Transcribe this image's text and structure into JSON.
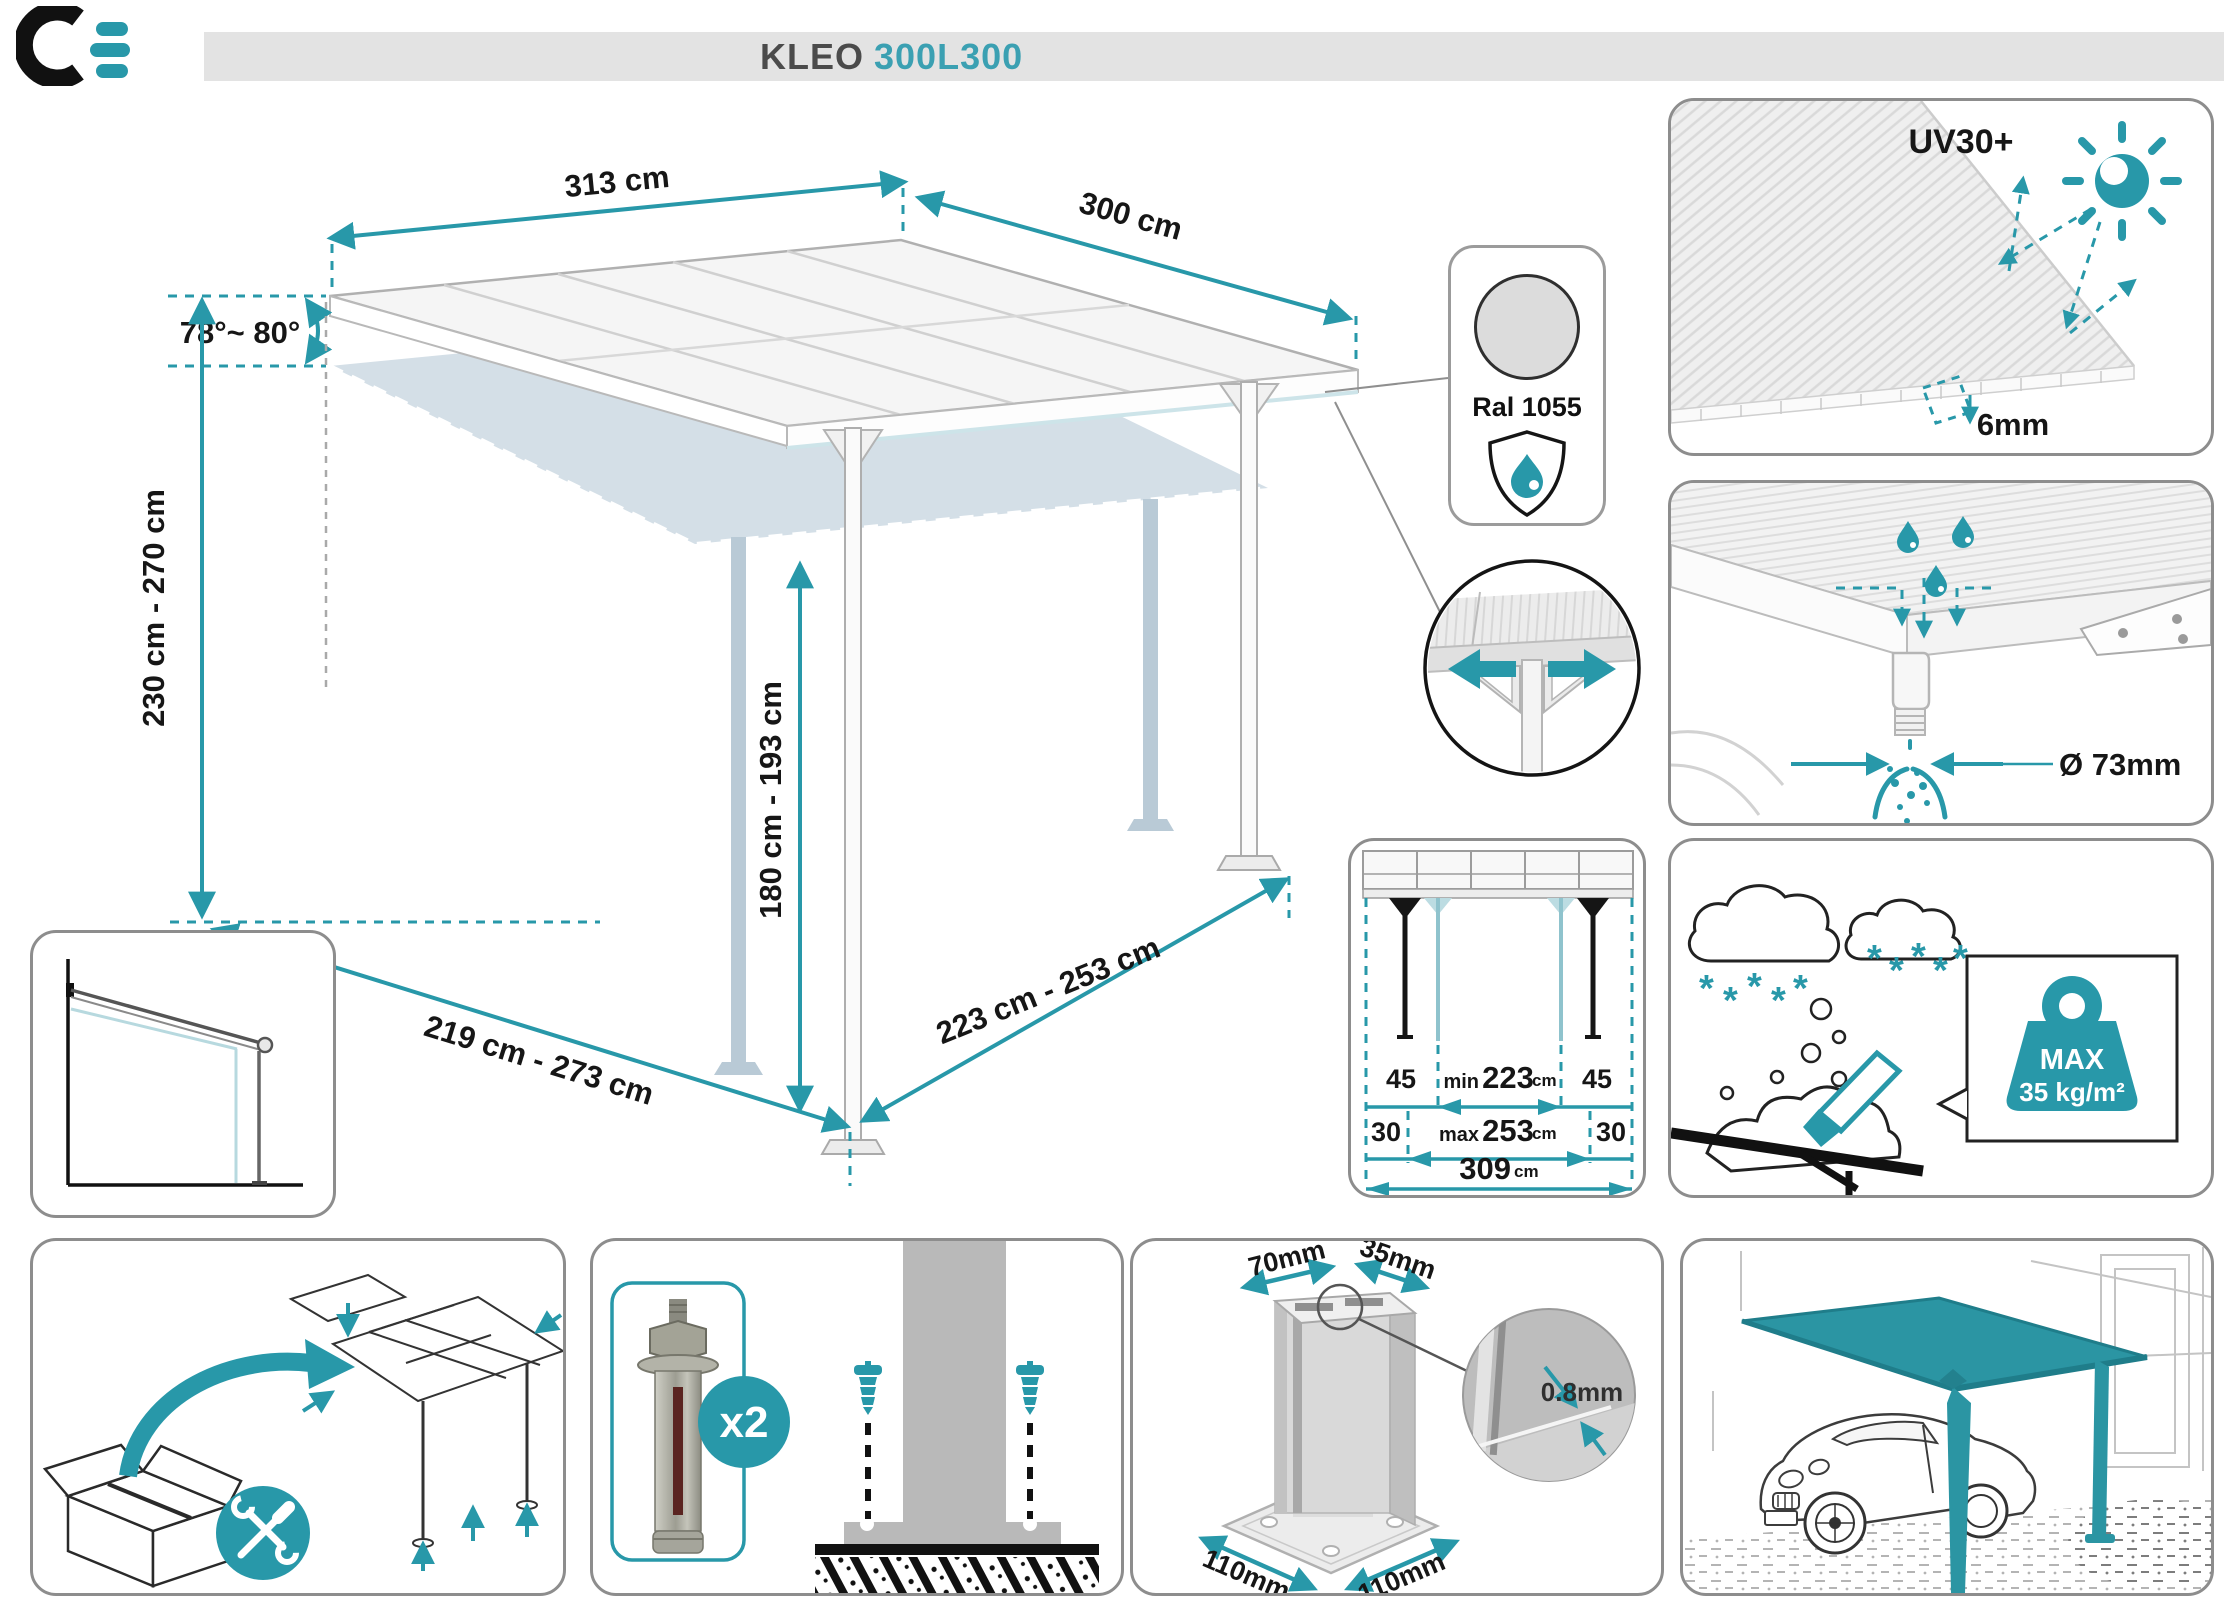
{
  "colors": {
    "accent_teal": "#2898a9",
    "title_teal": "#3ba0b2",
    "banner_gray": "#e3e3e3",
    "ral_swatch_gray": "#dcdcdc",
    "ghost_blue": "#c9d8e2"
  },
  "header": {
    "model": "KLEO",
    "variant": "300L300"
  },
  "main_diagram": {
    "width": "313 cm",
    "depth": "300 cm",
    "angle": "78°~ 80°",
    "wall_height": "230 cm - 270 cm",
    "post_height": "180 cm - 193 cm",
    "ground_depth": "219 cm - 273 cm",
    "post_span": "223 cm - 253 cm"
  },
  "finish": {
    "ral": "Ral 1055"
  },
  "uv_panel": {
    "rating": "UV30+",
    "panel_thickness": "6mm"
  },
  "drainage_panel": {
    "spout_diameter": "Ø 73mm"
  },
  "spacing_panel": {
    "offset_top_left": "45",
    "offset_top_right": "45",
    "min_label": "min",
    "min_value": "223",
    "min_unit": "cm",
    "offset_bottom_left": "30",
    "offset_bottom_right": "30",
    "max_label": "max",
    "max_value": "253",
    "max_unit": "cm",
    "total_value": "309",
    "total_unit": "cm"
  },
  "snow_panel": {
    "max_label": "MAX",
    "max_load": "35 kg/m²"
  },
  "anchor_panel": {
    "quantity": "x2"
  },
  "post_panel": {
    "top_width": "70mm",
    "top_depth": "35mm",
    "base_width": "110mm",
    "base_depth": "110mm",
    "wall_thickness": "0.8mm"
  }
}
